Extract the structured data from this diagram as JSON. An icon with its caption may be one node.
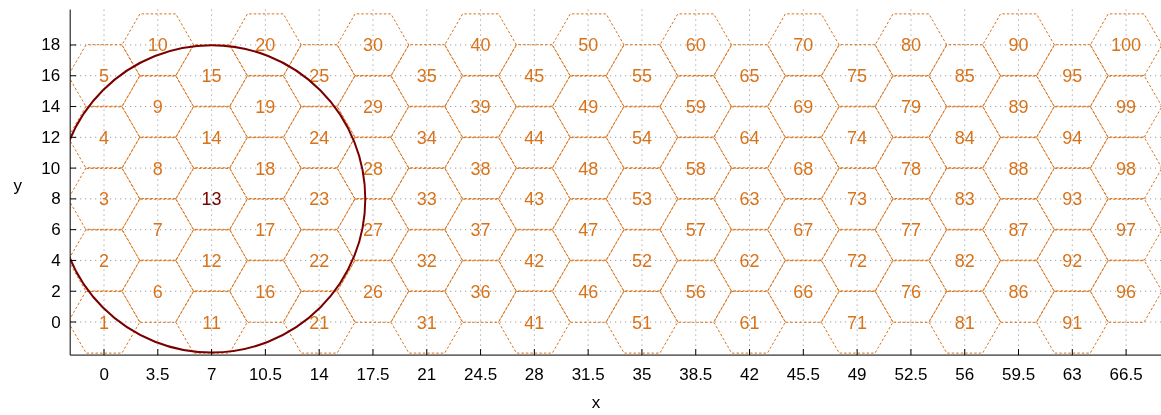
{
  "diagram": {
    "nodes": [
      {
        "text": [
          "1"
        ]
      },
      {
        "text": [
          "2"
        ]
      },
      {
        "text": [
          "3"
        ]
      },
      {
        "text": [
          "4"
        ]
      },
      {
        "text": [
          "5"
        ]
      },
      {
        "text": [
          "6"
        ]
      },
      {
        "text": [
          "7"
        ]
      },
      {
        "text": [
          "8"
        ]
      },
      {
        "text": [
          "9"
        ]
      },
      {
        "text": [
          "10"
        ]
      },
      {
        "text": [
          "11"
        ]
      },
      {
        "text": [
          "12"
        ]
      },
      {
        "text": [
          "13"
        ]
      },
      {
        "text": [
          "14"
        ]
      },
      {
        "text": [
          "15"
        ]
      },
      {
        "text": [
          "16"
        ]
      },
      {
        "text": [
          "17"
        ]
      },
      {
        "text": [
          "18"
        ]
      },
      {
        "text": [
          "19"
        ]
      },
      {
        "text": [
          "20"
        ]
      },
      {
        "text": [
          "21"
        ]
      },
      {
        "text": [
          "22"
        ]
      },
      {
        "text": [
          "23"
        ]
      },
      {
        "text": [
          "24"
        ]
      },
      {
        "text": [
          "25"
        ]
      },
      {
        "text": [
          "26"
        ]
      },
      {
        "text": [
          "27"
        ]
      },
      {
        "text": [
          "28"
        ]
      },
      {
        "text": [
          "29"
        ]
      },
      {
        "text": [
          "30"
        ]
      },
      {
        "text": [
          "31"
        ]
      },
      {
        "text": [
          "32"
        ]
      },
      {
        "text": [
          "33"
        ]
      },
      {
        "text": [
          "34"
        ]
      },
      {
        "text": [
          "35"
        ]
      },
      {
        "text": [
          "36"
        ]
      },
      {
        "text": [
          "37"
        ]
      },
      {
        "text": [
          "38"
        ]
      },
      {
        "text": [
          "39"
        ]
      },
      {
        "text": [
          "40"
        ]
      },
      {
        "text": [
          "41"
        ]
      },
      {
        "text": [
          "42"
        ]
      },
      {
        "text": [
          "43"
        ]
      },
      {
        "text": [
          "44"
        ]
      },
      {
        "text": [
          "45"
        ]
      },
      {
        "text": [
          "46"
        ]
      },
      {
        "text": [
          "47"
        ]
      },
      {
        "text": [
          "48"
        ]
      },
      {
        "text": [
          "49"
        ]
      },
      {
        "text": [
          "50"
        ]
      },
      {
        "text": [
          "51"
        ]
      },
      {
        "text": [
          "52"
        ]
      },
      {
        "text": [
          "53"
        ]
      },
      {
        "text": [
          "54"
        ]
      },
      {
        "text": [
          "55"
        ]
      },
      {
        "text": [
          "56"
        ]
      },
      {
        "text": [
          "57"
        ]
      },
      {
        "text": [
          "58"
        ]
      },
      {
        "text": [
          "59"
        ]
      },
      {
        "text": [
          "60"
        ]
      },
      {
        "text": [
          "61"
        ]
      },
      {
        "text": [
          "62"
        ]
      },
      {
        "text": [
          "63"
        ]
      },
      {
        "text": [
          "64"
        ]
      },
      {
        "text": [
          "65"
        ]
      },
      {
        "text": [
          "66"
        ]
      },
      {
        "text": [
          "67"
        ]
      },
      {
        "text": [
          "68"
        ]
      },
      {
        "text": [
          "69"
        ]
      },
      {
        "text": [
          "70"
        ]
      },
      {
        "text": [
          "71"
        ]
      },
      {
        "text": [
          "72"
        ]
      },
      {
        "text": [
          "73"
        ]
      },
      {
        "text": [
          "74"
        ]
      },
      {
        "text": [
          "75"
        ]
      },
      {
        "text": [
          "76"
        ]
      },
      {
        "text": [
          "77"
        ]
      },
      {
        "text": [
          "78"
        ]
      },
      {
        "text": [
          "79"
        ]
      },
      {
        "text": [
          "80"
        ]
      },
      {
        "text": [
          "81"
        ]
      },
      {
        "text": [
          "82"
        ]
      },
      {
        "text": [
          "83"
        ]
      },
      {
        "text": [
          "84"
        ]
      },
      {
        "text": [
          "85"
        ]
      },
      {
        "text": [
          "86"
        ]
      },
      {
        "text": [
          "87"
        ]
      },
      {
        "text": [
          "88"
        ]
      },
      {
        "text": [
          "89"
        ]
      },
      {
        "text": [
          "90"
        ]
      },
      {
        "text": [
          "91"
        ]
      },
      {
        "text": [
          "92"
        ]
      },
      {
        "text": [
          "93"
        ]
      },
      {
        "text": [
          "94"
        ]
      },
      {
        "text": [
          "95"
        ]
      },
      {
        "text": [
          "96"
        ]
      },
      {
        "text": [
          "97"
        ]
      },
      {
        "text": [
          "98"
        ]
      },
      {
        "text": [
          "99"
        ]
      },
      {
        "text": [
          "100"
        ]
      }
    ],
    "labels": [
      "y",
      "18",
      "16",
      "14",
      "12",
      "10",
      "8",
      "6",
      "4",
      "2",
      "0",
      "0",
      "3.5",
      "7",
      "10.5",
      "14",
      "17.5",
      "21",
      "24.5",
      "28",
      "31.5",
      "35",
      "38.5",
      "42",
      "45.5",
      "49",
      "52.5",
      "56",
      "59.5",
      "63",
      "66.5",
      "x"
    ]
  }
}
